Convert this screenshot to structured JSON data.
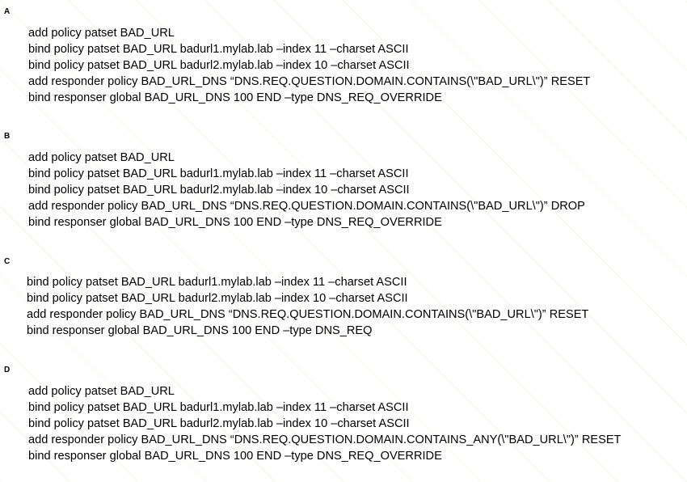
{
  "options": [
    {
      "letter": "A",
      "lines": [
        "add policy patset BAD_URL",
        "bind policy patset BAD_URL badurl1.mylab.lab –index 11 –charset ASCII",
        "bind policy patset BAD_URL badurl2.mylab.lab –index 10 –charset ASCII",
        "add responder policy BAD_URL_DNS “DNS.REQ.QUESTION.DOMAIN.CONTAINS(\\\"BAD_URL\\\")” RESET",
        "bind responser global BAD_URL_DNS 100 END –type DNS_REQ_OVERRIDE"
      ]
    },
    {
      "letter": "B",
      "lines": [
        "add policy patset BAD_URL",
        "bind policy patset BAD_URL badurl1.mylab.lab –index 11 –charset ASCII",
        "bind policy patset BAD_URL badurl2.mylab.lab –index 10 –charset ASCII",
        "add responder policy BAD_URL_DNS “DNS.REQ.QUESTION.DOMAIN.CONTAINS(\\\"BAD_URL\\\")” DROP",
        "bind responser global BAD_URL_DNS 100 END –type DNS_REQ_OVERRIDE"
      ]
    },
    {
      "letter": "C",
      "lines": [
        "bind policy patset BAD_URL badurl1.mylab.lab –index 11 –charset ASCII",
        "bind policy patset BAD_URL badurl2.mylab.lab –index 10 –charset ASCII",
        "add responder policy BAD_URL_DNS “DNS.REQ.QUESTION.DOMAIN.CONTAINS(\\\"BAD_URL\\\")” RESET",
        "bind responser global BAD_URL_DNS 100 END –type DNS_REQ"
      ]
    },
    {
      "letter": "D",
      "lines": [
        "add policy patset BAD_URL",
        "bind policy patset BAD_URL badurl1.mylab.lab –index 11 –charset ASCII",
        "bind policy patset BAD_URL badurl2.mylab.lab –index 10 –charset ASCII",
        "add responder policy BAD_URL_DNS “DNS.REQ.QUESTION.DOMAIN.CONTAINS_ANY(\\\"BAD_URL\\\")” RESET",
        "bind responser global BAD_URL_DNS 100 END –type DNS_REQ_OVERRIDE"
      ]
    }
  ]
}
